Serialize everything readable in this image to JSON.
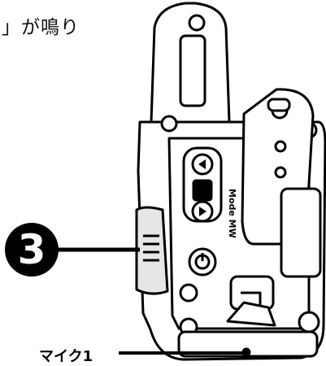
{
  "top_text": "」が鳴り",
  "callouts": {
    "num3": "3",
    "mic_label": "マイク1"
  },
  "engraving": "Mode  MW",
  "colors": {
    "outline": "#000000",
    "fill": "#ffffff",
    "shade": "#dcdcdc"
  }
}
